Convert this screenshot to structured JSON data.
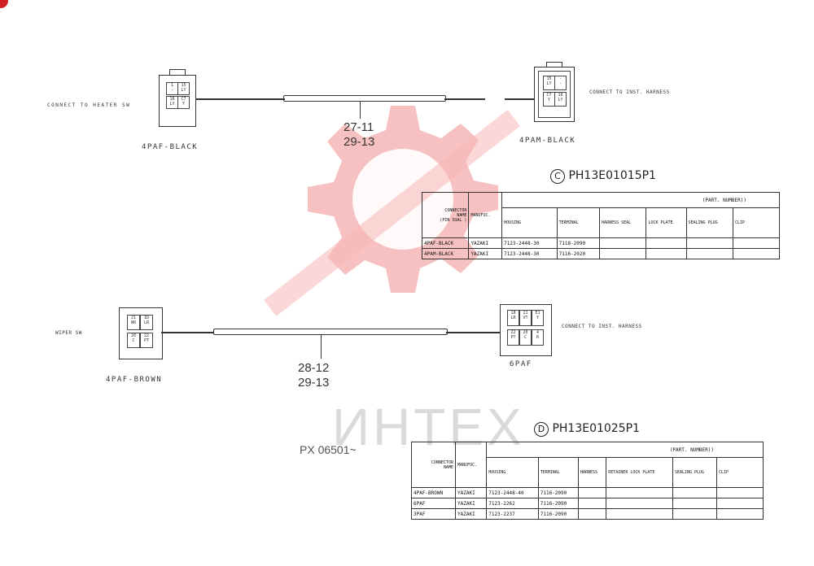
{
  "badge": "",
  "watermark": {
    "text": "ИНТЕХ",
    "gear_color": "#f7b6b6"
  },
  "upper": {
    "left_note": "CONNECT TO HEATER SW",
    "left_connector": {
      "name": "4PAF-BLACK",
      "pins": [
        "1",
        "15",
        "-",
        "LY",
        "18",
        "C7",
        "LY",
        "Y"
      ]
    },
    "wire_nums": [
      "27-11",
      "29-13"
    ],
    "right_connector": {
      "name": "4PAM-BLACK",
      "pins": [
        "15",
        "-",
        "LY",
        "-",
        "C7",
        "18",
        "Y",
        "LY"
      ]
    },
    "right_note": "CONNECT TO INST. HARNESS"
  },
  "lower": {
    "left_note": "WIPER SW",
    "left_connector": {
      "name": "4PAF-BROWN",
      "pins": [
        "21",
        "1D",
        "WR",
        "LR",
        "20",
        "22",
        "C",
        "PT"
      ]
    },
    "wire_nums": [
      "28-12",
      "29-13"
    ],
    "right_connector": {
      "name": "6PAF",
      "pins": [
        "18",
        "21",
        "E1",
        "LR",
        "VT",
        "Y",
        "22",
        "20",
        "4",
        "PT",
        "C",
        "R"
      ]
    },
    "right_note": "CONNECT TO INST. HARNESS"
  },
  "px_note": "PX 06501~",
  "tables": [
    {
      "letter": "C",
      "title": "PH13E01015P1",
      "part_number_header": "(PART. NUMBER))",
      "headers": {
        "connector": [
          "CONNECTOR",
          "NAME",
          "(PIN SUAL )"
        ],
        "manuf": "MANUFUC.",
        "housing": "HOUSING",
        "terminal": "TERMINAL",
        "harness": "HARNESS SEAL",
        "lock": "LOCK PLATE",
        "sealing": "SEALING PLUG",
        "clip": "CLIP"
      },
      "rows": [
        {
          "name": "4PAF-BLACK",
          "manuf": "YAZAKI",
          "housing": "7123-2448-30",
          "terminal": "7118-2090"
        },
        {
          "name": "4PAM-BLACK",
          "manuf": "YAZAKI",
          "housing": "7123-2448-30",
          "terminal": "7116-2020"
        }
      ]
    },
    {
      "letter": "D",
      "title": "PH13E01025P1",
      "part_number_header": "(PART. NUMBER))",
      "headers": {
        "connector": [
          "CONNECTOR",
          "NAME"
        ],
        "manuf": "MANUFUC.",
        "housing": "HOUSING",
        "terminal": "TERMINAL",
        "harness": "HARNESS",
        "lock": "RETAINER LOCK PLATE",
        "sealing": "SEALING PLUG",
        "clip": "CLIP"
      },
      "rows": [
        {
          "name": "4PAF-BROWN",
          "manuf": "YAZAKI",
          "housing": "7123-2448-40",
          "terminal": "7116-2090"
        },
        {
          "name": "6PAF",
          "manuf": "YAZAKI",
          "housing": "7123-2262",
          "terminal": "7116-2090"
        },
        {
          "name": "3PAF",
          "manuf": "YAZAKI",
          "housing": "7123-2237",
          "terminal": "7116-2090"
        }
      ]
    }
  ]
}
